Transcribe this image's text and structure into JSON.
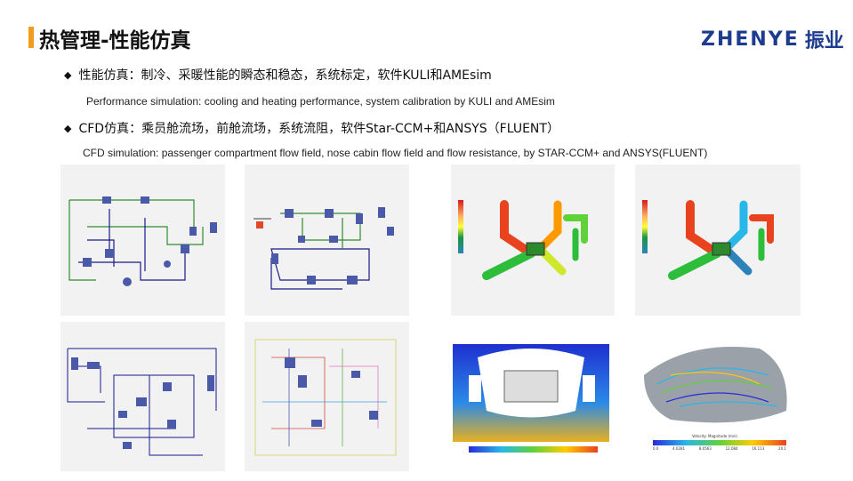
{
  "header": {
    "title": "热管理-性能仿真",
    "accent_color": "#f29c1f",
    "logo_text": "ZHENYE",
    "logo_cn": "振业",
    "logo_color": "#1d3b8f"
  },
  "bullets": [
    {
      "text": "性能仿真：制冷、采暖性能的瞬态和稳态，系统标定，软件KULI和AMEsim",
      "translation": "Performance simulation: cooling and heating performance, system calibration by KULI and AMEsim"
    },
    {
      "text": "CFD仿真：乘员舱流场，前舱流场，系统流阻，软件Star-CCM+和ANSYS（FLUENT）",
      "translation": "CFD simulation: passenger compartment flow field, nose cabin flow field and flow resistance, by STAR-CCM+ and ANSYS(FLUENT)"
    }
  ],
  "images": {
    "legend_label": "Velocity: Magnitude (m/s)",
    "legend_ticks": [
      "0.0",
      "4.0281",
      "8.0563",
      "12.084",
      "16.113",
      "20.1"
    ]
  }
}
